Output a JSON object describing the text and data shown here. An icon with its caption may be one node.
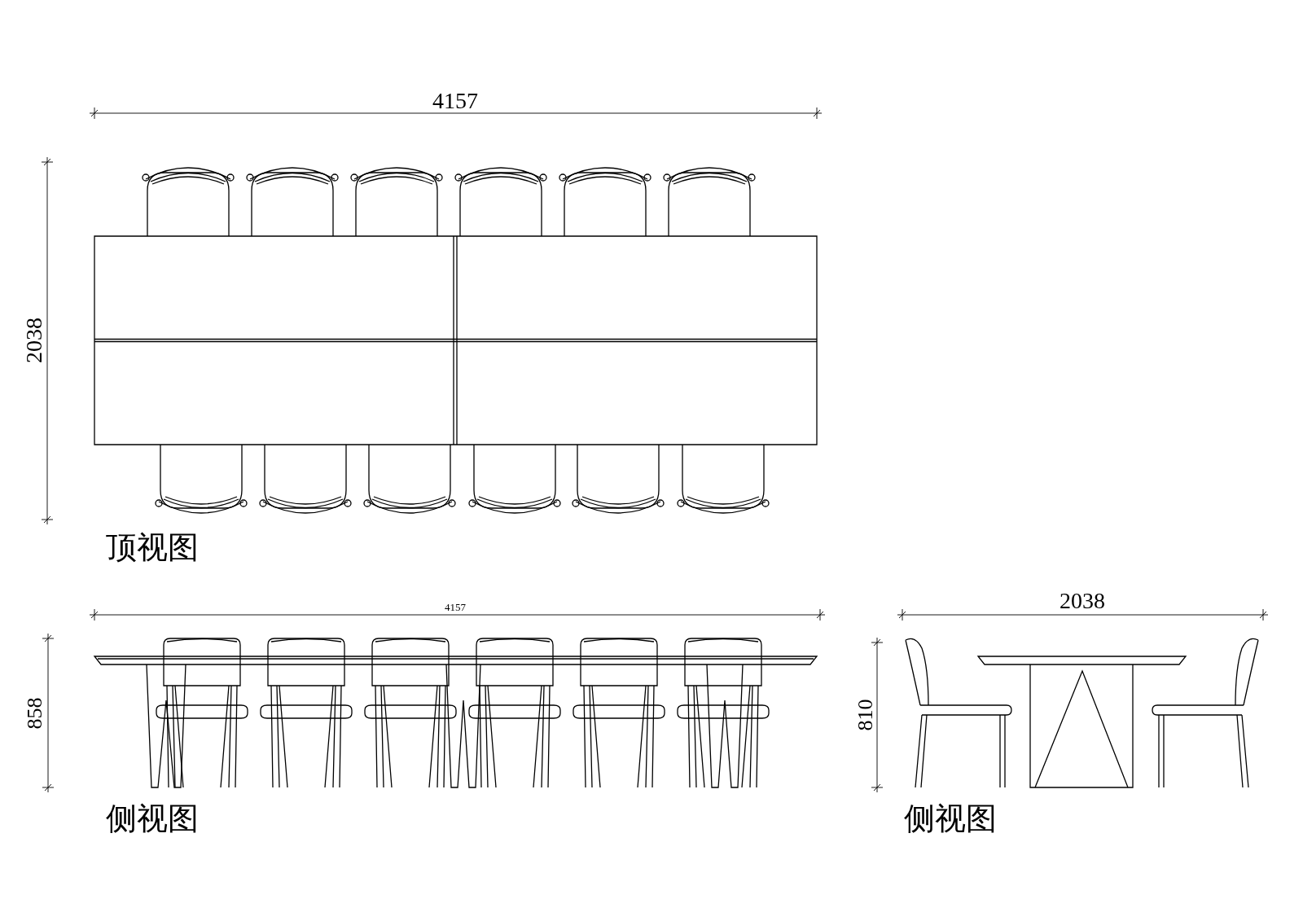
{
  "diagram": {
    "labels": [
      "4157",
      "2038",
      "顶视图",
      "4157",
      "858",
      "2038",
      "810",
      "侧视图",
      "侧视图"
    ]
  }
}
